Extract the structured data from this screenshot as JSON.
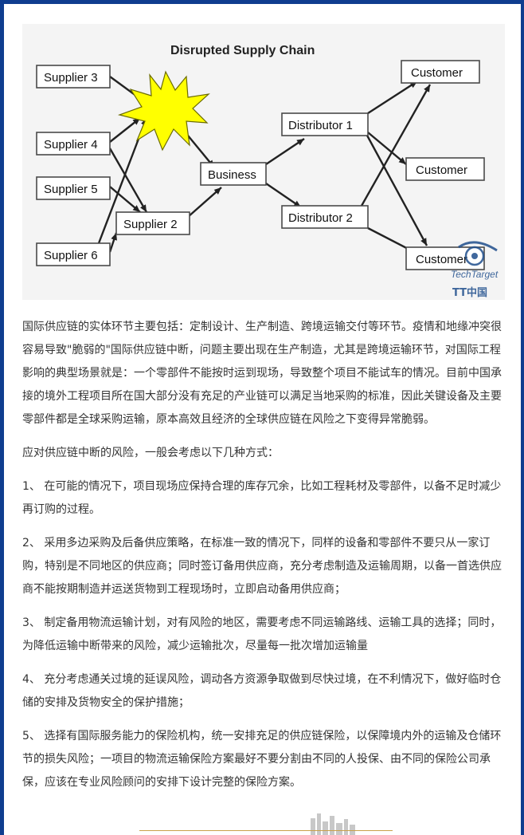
{
  "diagram": {
    "title": "Disrupted Supply Chain",
    "nodes": {
      "supplier3": "Supplier 3",
      "supplier4": "Supplier 4",
      "supplier5": "Supplier 5",
      "supplier6": "Supplier 6",
      "supplier2": "Supplier 2",
      "business": "Business",
      "distributor1": "Distributor 1",
      "distributor2": "Distributor 2",
      "customer1": "Customer",
      "customer2": "Customer",
      "customer3": "Customer"
    },
    "watermark": {
      "brand": "TechTarget",
      "sub": "TT中国"
    },
    "colors": {
      "burst": "#ffff00",
      "burst_stroke": "#6b6b00",
      "watermark": "#1f4e8c"
    }
  },
  "article": {
    "paragraphs": [
      "国际供应链的实体环节主要包括：定制设计、生产制造、跨境运输交付等环节。疫情和地缘冲突很容易导致\"脆弱的\"国际供应链中断，问题主要出现在生产制造，尤其是跨境运输环节，对国际工程影响的典型场景就是：一个零部件不能按时运到现场，导致整个项目不能试车的情况。目前中国承接的境外工程项目所在国大部分没有充足的产业链可以满足当地采购的标准，因此关键设备及主要零部件都是全球采购运输，原本高效且经济的全球供应链在风险之下变得异常脆弱。",
      "应对供应链中断的风险，一般会考虑以下几种方式：",
      "1、 在可能的情况下，项目现场应保持合理的库存冗余，比如工程耗材及零部件，以备不足时减少再订购的过程。",
      "2、 采用多边采购及后备供应策略，在标准一致的情况下，同样的设备和零部件不要只从一家订购，特别是不同地区的供应商；同时签订备用供应商，充分考虑制造及运输周期，以备一首选供应商不能按期制造并运送货物到工程现场时，立即启动备用供应商；",
      "3、 制定备用物流运输计划，对有风险的地区，需要考虑不同运输路线、运输工具的选择；同时，为降低运输中断带来的风险，减少运输批次，尽量每一批次增加运输量",
      "4、 充分考虑通关过境的延误风险，调动各方资源争取做到尽快过境，在不利情况下，做好临时仓储的安排及货物安全的保护措施；",
      "5、 选择有国际服务能力的保险机构，统一安排充足的供应链保险，以保障境内外的运输及仓储环节的损失风险；一项目的物流运输保险方案最好不要分割由不同的人投保、由不同的保险公司承保，应该在专业风险顾问的安排下设计完整的保险方案。"
    ]
  },
  "theme": {
    "frame": "#0f3d8f",
    "text": "#333333",
    "divider": "#c9a14a"
  }
}
